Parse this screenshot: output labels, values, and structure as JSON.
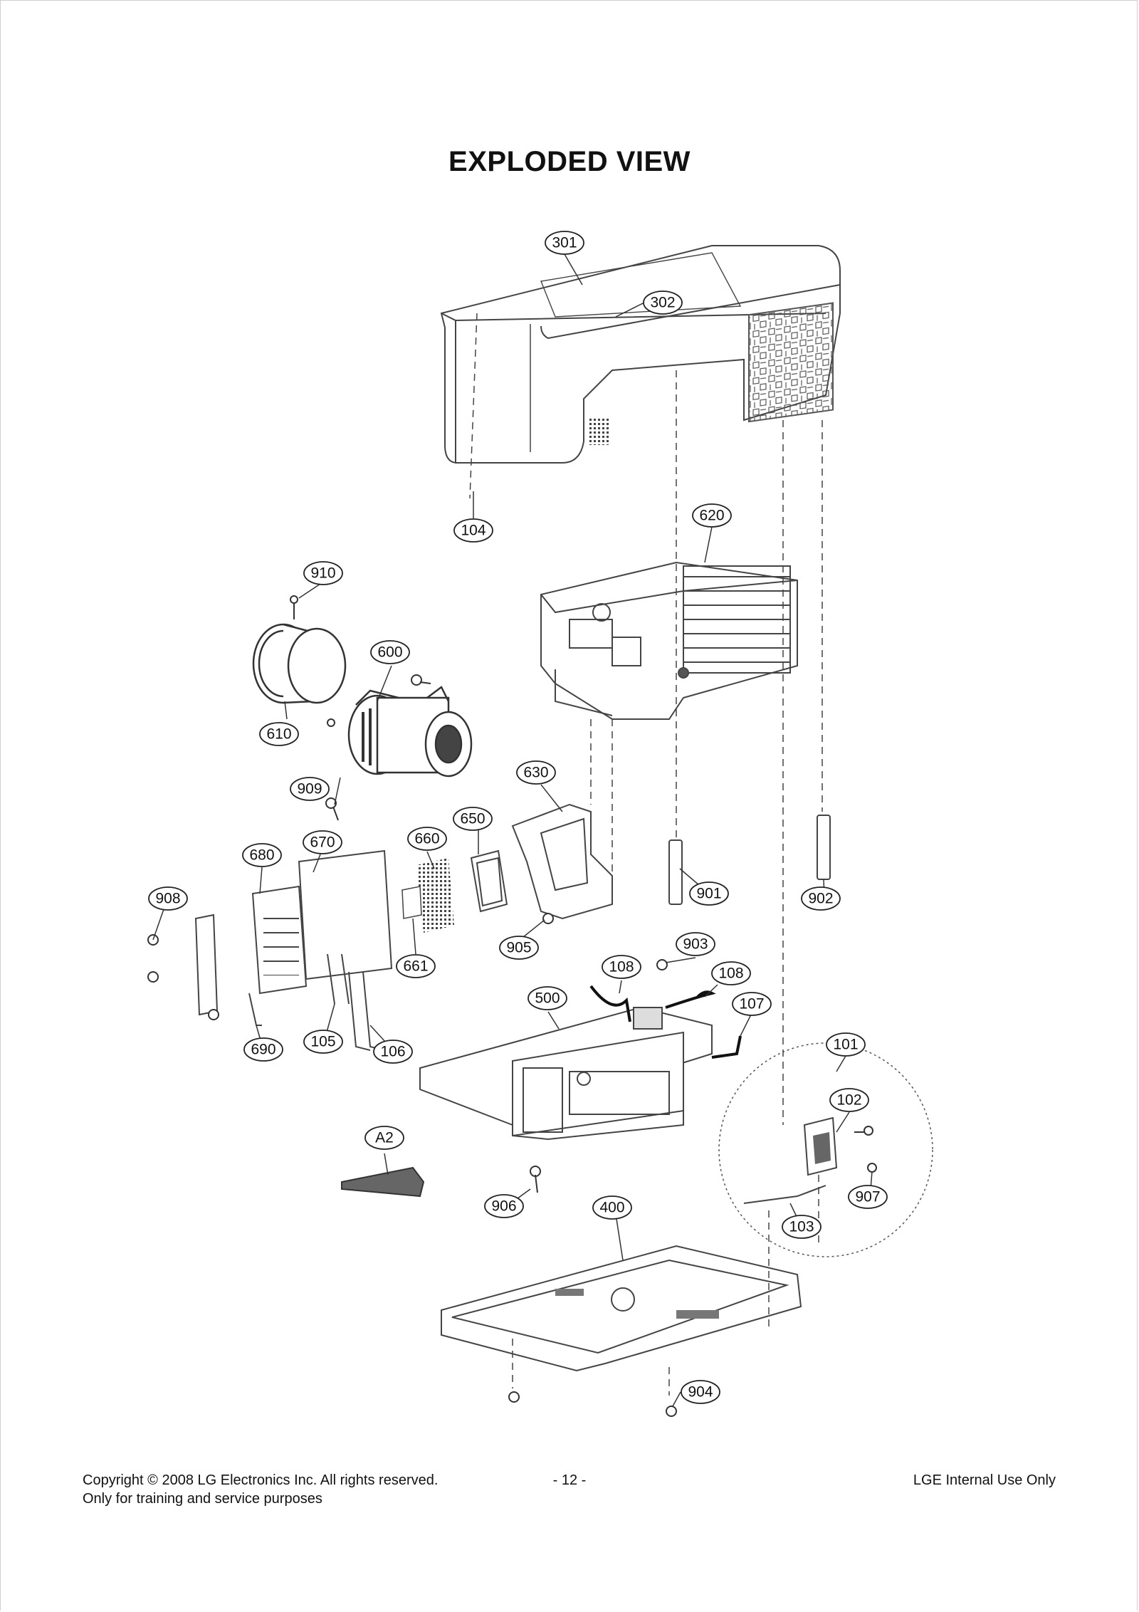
{
  "page": {
    "title": "EXPLODED VIEW"
  },
  "callouts": [
    {
      "id": "c301",
      "label": "301"
    },
    {
      "id": "c302",
      "label": "302"
    },
    {
      "id": "c104",
      "label": "104"
    },
    {
      "id": "c620",
      "label": "620"
    },
    {
      "id": "c910",
      "label": "910"
    },
    {
      "id": "c600",
      "label": "600"
    },
    {
      "id": "c610",
      "label": "610"
    },
    {
      "id": "c909",
      "label": "909"
    },
    {
      "id": "c630",
      "label": "630"
    },
    {
      "id": "c650",
      "label": "650"
    },
    {
      "id": "c660",
      "label": "660"
    },
    {
      "id": "c670",
      "label": "670"
    },
    {
      "id": "c680",
      "label": "680"
    },
    {
      "id": "c908",
      "label": "908"
    },
    {
      "id": "c661",
      "label": "661"
    },
    {
      "id": "c901",
      "label": "901"
    },
    {
      "id": "c902",
      "label": "902"
    },
    {
      "id": "c905",
      "label": "905"
    },
    {
      "id": "c903",
      "label": "903"
    },
    {
      "id": "c108a",
      "label": "108"
    },
    {
      "id": "c108b",
      "label": "108"
    },
    {
      "id": "c107",
      "label": "107"
    },
    {
      "id": "c500",
      "label": "500"
    },
    {
      "id": "c690",
      "label": "690"
    },
    {
      "id": "c105",
      "label": "105"
    },
    {
      "id": "c106",
      "label": "106"
    },
    {
      "id": "c101",
      "label": "101"
    },
    {
      "id": "c102",
      "label": "102"
    },
    {
      "id": "cA2",
      "label": "A2"
    },
    {
      "id": "c906",
      "label": "906"
    },
    {
      "id": "c400",
      "label": "400"
    },
    {
      "id": "c907",
      "label": "907"
    },
    {
      "id": "c103",
      "label": "103"
    },
    {
      "id": "c904",
      "label": "904"
    }
  ],
  "footer": {
    "copyright": "Copyright  © 2008 LG Electronics Inc. All rights reserved.",
    "purpose": "Only for training and service purposes",
    "page_number": "- 12 -",
    "classification": "LGE Internal Use Only"
  }
}
